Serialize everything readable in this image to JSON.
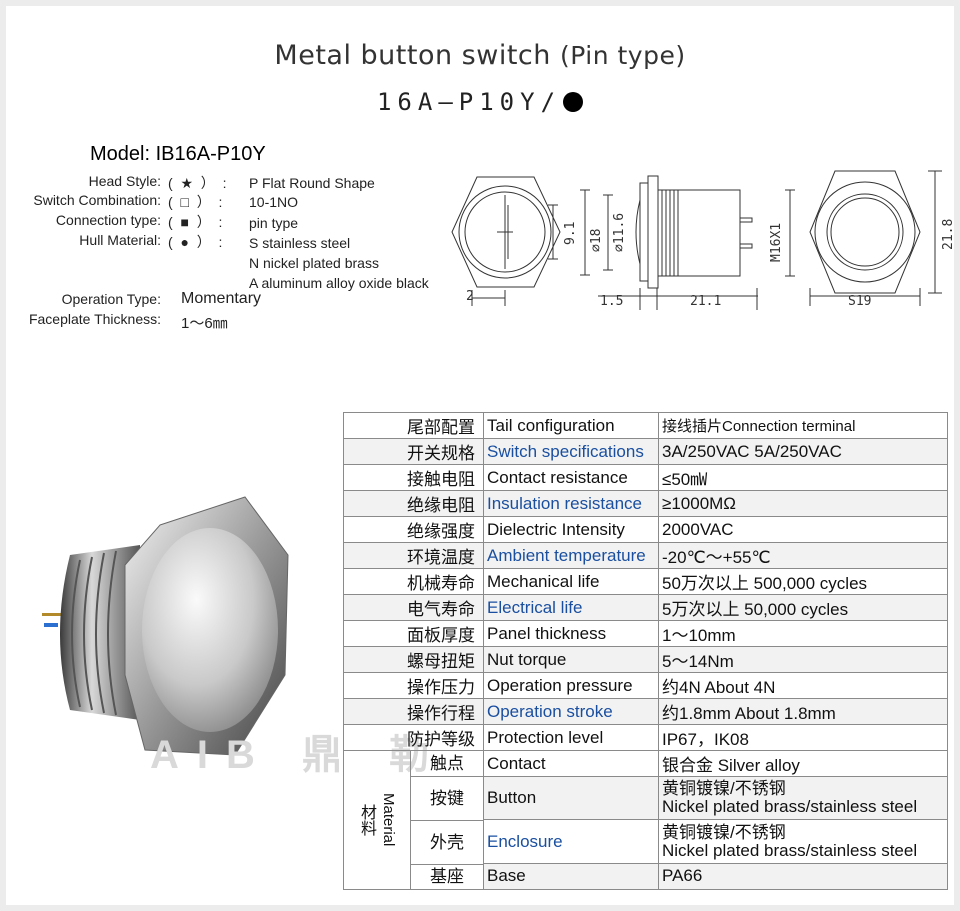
{
  "header": {
    "title": "Metal button switch",
    "title_suffix": "(Pin type)",
    "model_code": "16A—P10Y/"
  },
  "model": "Model: IB16A-P10Y",
  "specs": {
    "head_style": {
      "label": "Head Style:",
      "symbol": "★",
      "value": "P Flat Round Shape"
    },
    "switch_combination": {
      "label": "Switch Combination:",
      "symbol": "□",
      "value": "10-1NO"
    },
    "connection_type": {
      "label": "Connection type:",
      "symbol": "■",
      "value": "pin type"
    },
    "hull_material": {
      "label": "Hull Material:",
      "symbol": "●",
      "values": [
        "S stainless steel",
        "N nickel plated brass",
        "A aluminum alloy oxide black"
      ]
    },
    "operation_type": {
      "label": "Operation Type:",
      "value": "Momentary"
    },
    "faceplate_thickness": {
      "label": "Faceplate Thickness:",
      "value": "1～6㎜"
    }
  },
  "drawing": {
    "dims": [
      "2",
      "9.1",
      "⌀18",
      "⌀11.6",
      "1.5",
      "21.1",
      "M16X1",
      "S19",
      "21.8"
    ]
  },
  "table": {
    "rows": [
      {
        "cn": "尾部配置",
        "en": "Tail configuration",
        "value": "接线插片Connection terminal"
      },
      {
        "cn": "开关规格",
        "en": "Switch specifications",
        "value": "3A/250VAC  5A/250VAC"
      },
      {
        "cn": "接触电阻",
        "en": "Contact resistance",
        "value": "≤50㎽"
      },
      {
        "cn": "绝缘电阻",
        "en": "Insulation resistance",
        "value": "≥1000MΩ"
      },
      {
        "cn": "绝缘强度",
        "en": "Dielectric Intensity",
        "value": "2000VAC"
      },
      {
        "cn": "环境温度",
        "en": "Ambient temperature",
        "value": "-20℃～+55℃"
      },
      {
        "cn": "机械寿命",
        "en": "Mechanical life",
        "value": "50万次以上 500,000 cycles"
      },
      {
        "cn": "电气寿命",
        "en": "Electrical life",
        "value": "5万次以上 50,000  cycles"
      },
      {
        "cn": "面板厚度",
        "en": "Panel thickness",
        "value": "1～10mm"
      },
      {
        "cn": "螺母扭矩",
        "en": "Nut torque",
        "value": "5～14Nm"
      },
      {
        "cn": "操作压力",
        "en": "Operation pressure",
        "value": "约4N About 4N"
      },
      {
        "cn": "操作行程",
        "en": "Operation stroke",
        "value": "约1.8mm About 1.8mm"
      },
      {
        "cn": "防护等级",
        "en": "Protection level",
        "value": "IP67，IK08"
      }
    ],
    "material_label_cn": "材料",
    "material_label_en": "Material",
    "material_rows": [
      {
        "cn": "触点",
        "en": "Contact",
        "value": "银合金 Silver alloy"
      },
      {
        "cn": "按键",
        "en": "Button",
        "value": "黄铜镀镍/不锈钢",
        "value2": "Nickel plated brass/stainless steel"
      },
      {
        "cn": "外壳",
        "en": "Enclosure",
        "value": "黄铜镀镍/不锈钢",
        "value2": "Nickel plated brass/stainless steel"
      },
      {
        "cn": "基座",
        "en": "Base",
        "value": "PA66"
      }
    ]
  },
  "watermark": "AIB 鼎 勒"
}
